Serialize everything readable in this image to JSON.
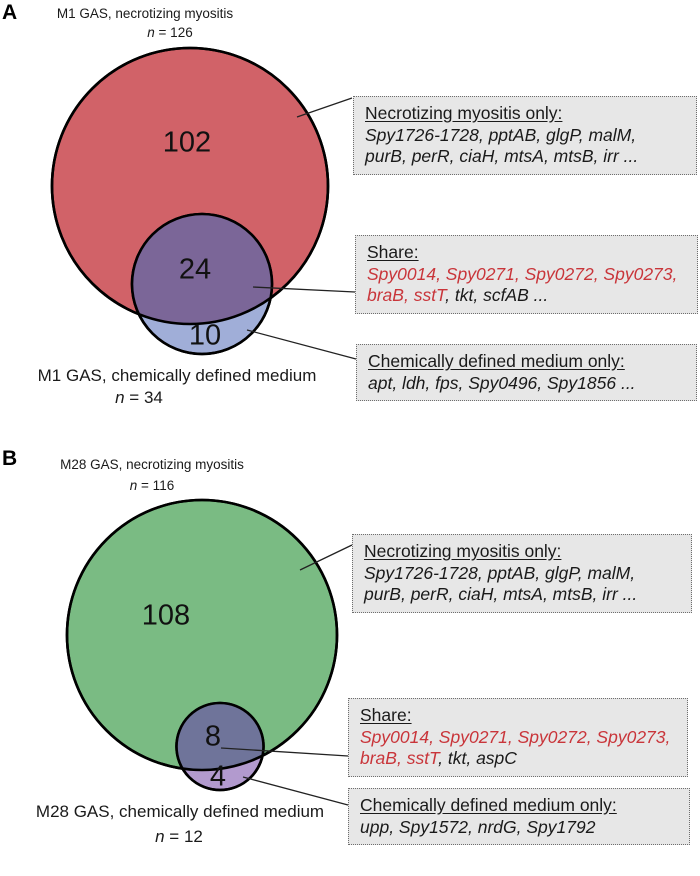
{
  "figure_bg": "#ffffff",
  "text_color": "#1a1a1a",
  "accent_red": "#c9353a",
  "circle_stroke": "#000000",
  "box_bg": "#e7e7e7",
  "panels": [
    {
      "letter": "A",
      "top_title": "M1 GAS, necrotizing myositis",
      "top_n_italic": "n",
      "top_n_rest": " = 126",
      "bottom_title": "M1 GAS, chemically defined medium",
      "bottom_n_italic": "n",
      "bottom_n_rest": " = 34",
      "venn": {
        "big_count": "102",
        "overlap_count": "24",
        "small_count": "10",
        "big_fill": "#d16268",
        "overlap_fill": "#7b6698",
        "small_fill": "#a0aed8"
      },
      "box_myositis": {
        "title": "Necrotizing myositis only:",
        "line1": "Spy1726-1728, pptAB, glgP, malM,",
        "line2": "purB, perR, ciaH, mtsA, mtsB, irr ..."
      },
      "box_share": {
        "title": "Share:",
        "red_line": "Spy0014, Spy0271, Spy0272, Spy0273,",
        "red_part": "braB, sstT",
        "black_part": ", tkt, scfAB ..."
      },
      "box_medium": {
        "title": "Chemically defined medium only:",
        "line1": "apt, ldh, fps, Spy0496, Spy1856 ..."
      }
    },
    {
      "letter": "B",
      "top_title": "M28 GAS, necrotizing myositis",
      "top_n_italic": "n",
      "top_n_rest": " = 116",
      "bottom_title": "M28 GAS, chemically defined medium",
      "bottom_n_italic": "n",
      "bottom_n_rest": " = 12",
      "venn": {
        "big_count": "108",
        "overlap_count": "8",
        "small_count": "4",
        "big_fill": "#7abb83",
        "overlap_fill": "#6f749a",
        "small_fill": "#b29ace"
      },
      "box_myositis": {
        "title": "Necrotizing myositis only:",
        "line1": "Spy1726-1728, pptAB, glgP, malM,",
        "line2": "purB, perR, ciaH, mtsA, mtsB, irr ..."
      },
      "box_share": {
        "title": "Share:",
        "red_line": "Spy0014, Spy0271, Spy0272, Spy0273,",
        "red_part": "braB, sstT",
        "black_part": ", tkt, aspC"
      },
      "box_medium": {
        "title": "Chemically defined medium only:",
        "line1": "upp, Spy1572, nrdG, Spy1792"
      }
    }
  ]
}
